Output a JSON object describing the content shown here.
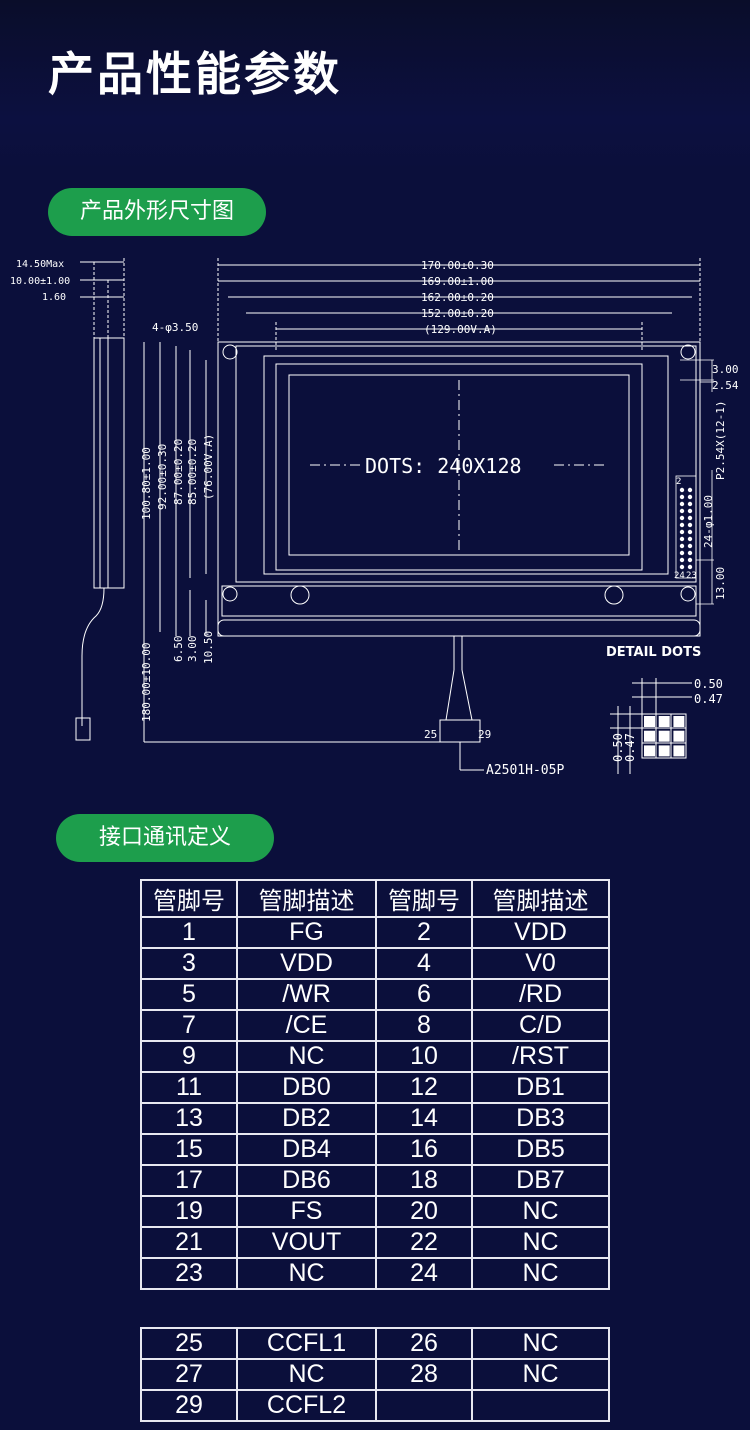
{
  "page": {
    "title": "产品性能参数"
  },
  "sections": {
    "dimensions_label": "产品外形尺寸图",
    "interface_label": "接口通讯定义"
  },
  "drawing": {
    "dims_top": [
      "170.00±0.30",
      "169.00±1.00",
      "162.00±0.20",
      "152.00±0.20",
      "(129.00V.A)"
    ],
    "dims_side": [
      "14.50Max",
      "10.00±1.00",
      "1.60"
    ],
    "hole_label": "4-φ3.50",
    "dims_vertical": [
      "100.80±1.00",
      "92.00±0.30",
      "87.00±0.20",
      "85.00±0.20",
      "(76.00V.A)"
    ],
    "dims_bottom": [
      "6.50",
      "3.00",
      "10.50"
    ],
    "cable_length": "180.00±10.00",
    "dots": "DOTS: 240X128",
    "right_dims": [
      "3.00",
      "2.54",
      "P2.54X(12-1)",
      "24-φ1.00",
      "13.00"
    ],
    "pin_ends": [
      "2",
      "24",
      "23"
    ],
    "connector_pins": [
      "25",
      "29"
    ],
    "connector_label": "A2501H-05P",
    "detail_title": "DETAIL DOTS",
    "detail_dims": [
      "0.50",
      "0.47"
    ]
  },
  "pin_table": {
    "headers": [
      "管脚号",
      "管脚描述",
      "管脚号",
      "管脚描述"
    ],
    "rows": [
      [
        "1",
        "FG",
        "2",
        "VDD"
      ],
      [
        "3",
        "VDD",
        "4",
        "V0"
      ],
      [
        "5",
        "/WR",
        "6",
        "/RD"
      ],
      [
        "7",
        "/CE",
        "8",
        "C/D"
      ],
      [
        "9",
        "NC",
        "10",
        "/RST"
      ],
      [
        "11",
        "DB0",
        "12",
        "DB1"
      ],
      [
        "13",
        "DB2",
        "14",
        "DB3"
      ],
      [
        "15",
        "DB4",
        "16",
        "DB5"
      ],
      [
        "17",
        "DB6",
        "18",
        "DB7"
      ],
      [
        "19",
        "FS",
        "20",
        "NC"
      ],
      [
        "21",
        "VOUT",
        "22",
        "NC"
      ],
      [
        "23",
        "NC",
        "24",
        "NC"
      ]
    ],
    "extra_rows": [
      [
        "25",
        "CCFL1",
        "26",
        "NC"
      ],
      [
        "27",
        "NC",
        "28",
        "NC"
      ],
      [
        "29",
        "CCFL2",
        "",
        ""
      ]
    ]
  }
}
